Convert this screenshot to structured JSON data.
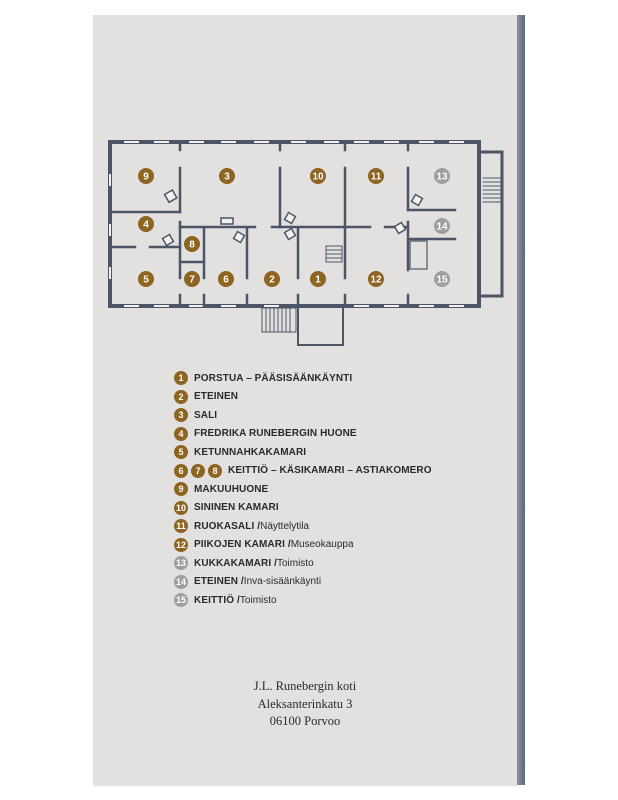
{
  "plan_markers": [
    {
      "n": "9",
      "c": "b"
    },
    {
      "n": "3",
      "c": "b"
    },
    {
      "n": "10",
      "c": "b"
    },
    {
      "n": "11",
      "c": "b"
    },
    {
      "n": "13",
      "c": "g"
    },
    {
      "n": "4",
      "c": "b"
    },
    {
      "n": "8",
      "c": "b"
    },
    {
      "n": "14",
      "c": "g"
    },
    {
      "n": "5",
      "c": "b"
    },
    {
      "n": "7",
      "c": "b"
    },
    {
      "n": "6",
      "c": "b"
    },
    {
      "n": "2",
      "c": "b"
    },
    {
      "n": "1",
      "c": "b"
    },
    {
      "n": "12",
      "c": "b"
    },
    {
      "n": "15",
      "c": "g"
    }
  ],
  "legend": [
    {
      "nums": [
        "1"
      ],
      "c": "b",
      "label": "PORSTUA – PÄÄSISÄÄNKÄYNTI",
      "sub": ""
    },
    {
      "nums": [
        "2"
      ],
      "c": "b",
      "label": "ETEINEN",
      "sub": ""
    },
    {
      "nums": [
        "3"
      ],
      "c": "b",
      "label": "SALI",
      "sub": ""
    },
    {
      "nums": [
        "4"
      ],
      "c": "b",
      "label": "FREDRIKA RUNEBERGIN HUONE",
      "sub": ""
    },
    {
      "nums": [
        "5"
      ],
      "c": "b",
      "label": "KETUNNAHKAKAMARI",
      "sub": ""
    },
    {
      "nums": [
        "6",
        "7",
        "8"
      ],
      "c": "b",
      "label": "KEITTIÖ – KÄSIKAMARI – ASTIAKOMERO",
      "sub": ""
    },
    {
      "nums": [
        "9"
      ],
      "c": "b",
      "label": "MAKUUHUONE",
      "sub": ""
    },
    {
      "nums": [
        "10"
      ],
      "c": "b",
      "label": "SININEN KAMARI",
      "sub": ""
    },
    {
      "nums": [
        "11"
      ],
      "c": "b",
      "label": "RUOKASALI /",
      "sub": "Näyttelytila"
    },
    {
      "nums": [
        "12"
      ],
      "c": "b",
      "label": "PIIKOJEN KAMARI /",
      "sub": "Museokauppa"
    },
    {
      "nums": [
        "13"
      ],
      "c": "g",
      "label": "KUKKAKAMARI /",
      "sub": "Toimisto"
    },
    {
      "nums": [
        "14"
      ],
      "c": "g",
      "label": "ETEINEN /",
      "sub": "Inva-sisäänkäynti"
    },
    {
      "nums": [
        "15"
      ],
      "c": "g",
      "label": "KEITTIÖ /",
      "sub": "Toimisto"
    }
  ],
  "address": {
    "name": "J.L. Runebergin koti",
    "street": "Aleksanterinkatu 3",
    "city": "06100 Porvoo"
  },
  "colors": {
    "marker_brown": "#8d6420",
    "marker_grey": "#a09e9c",
    "wall": "#4b5567"
  }
}
